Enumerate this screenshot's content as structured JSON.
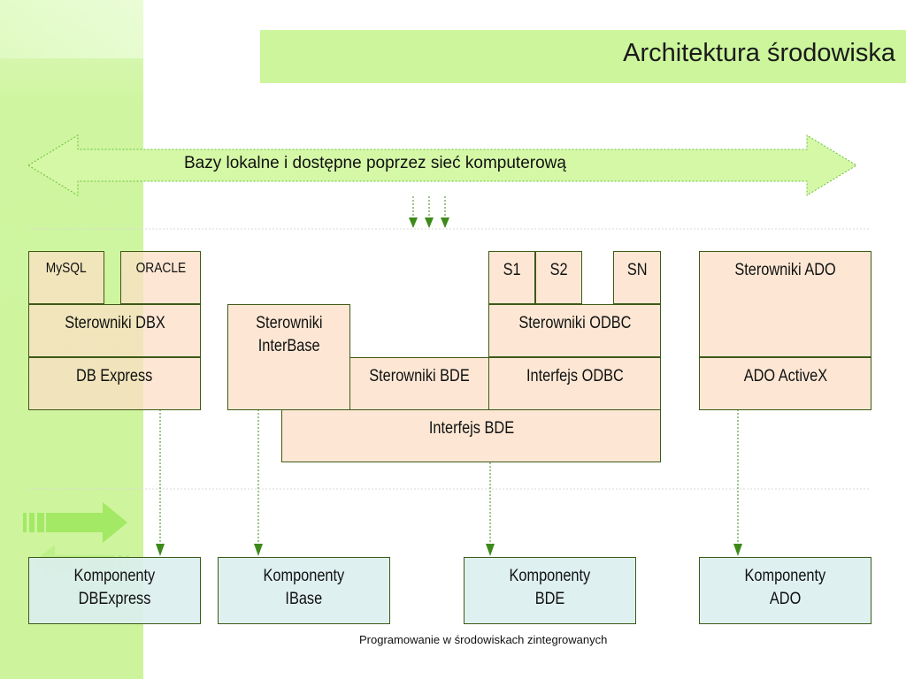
{
  "title": "Architektura środowiska",
  "arrow_label": "Bazy lokalne i dostępne poprzez sieć komputerową",
  "boxes": {
    "mysql": "MySQL",
    "oracle": "ORACLE",
    "sterowniki_dbx": "Sterowniki DBX",
    "db_express": "DB Express",
    "sterowniki_interbase_1": "Sterowniki",
    "sterowniki_interbase_2": "InterBase",
    "sterowniki_bde": "Sterowniki BDE",
    "s1": "S1",
    "s2": "S2",
    "sn": "SN",
    "sterowniki_odbc": "Sterowniki ODBC",
    "interfejs_odbc": "Interfejs ODBC",
    "interfejs_bde": "Interfejs BDE",
    "sterowniki_ado": "Sterowniki ADO",
    "ado_activex": "ADO ActiveX"
  },
  "components": {
    "dbexpress": [
      "Komponenty",
      "DBExpress"
    ],
    "ibase": [
      "Komponenty",
      "IBase"
    ],
    "bde": [
      "Komponenty",
      "BDE"
    ],
    "ado": [
      "Komponenty",
      "ADO"
    ]
  },
  "footer": "Programowanie w środowiskach zintegrowanych",
  "colors": {
    "green_band": "#cdf49c",
    "box_fill": "#fcdfc5",
    "component_fill": "#dceef0",
    "arrow_green": "#3d8a1a"
  }
}
